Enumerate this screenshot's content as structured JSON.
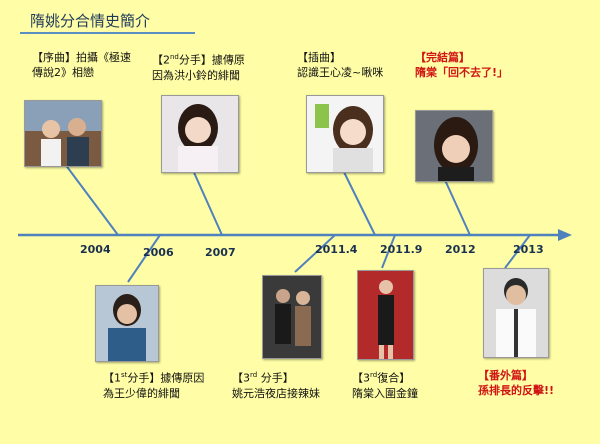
{
  "title": "隋姚分合情史簡介",
  "years": [
    "2004",
    "2006",
    "2007",
    "2011.4",
    "2011.9",
    "2012",
    "2013"
  ],
  "events": {
    "prelude": {
      "line1": "【序曲】拍攝《極速",
      "line2": "傳說2》相戀"
    },
    "second_breakup": {
      "prefix": "【2",
      "ord": "nd",
      "mid": "分手】據傳原",
      "line2": "因為洪小鈴的緋聞"
    },
    "interlude": {
      "line1": "【插曲】",
      "line2": "認識王心凌~啾咪"
    },
    "finale": {
      "line1": "【完結篇】",
      "line2": "隋棠「回不去了!」"
    },
    "first_breakup": {
      "prefix": "【1",
      "ord": "st",
      "mid": "分手】據傳原因",
      "line2": "為王少偉的緋聞"
    },
    "third_breakup": {
      "prefix": "【3",
      "ord": "rd",
      "mid": " 分手】",
      "line2": "姚元浩夜店接辣妹"
    },
    "third_reunion": {
      "prefix": "【3",
      "ord": "rd",
      "mid": "復合】",
      "line2": "隋棠入圍金鐘"
    },
    "extra": {
      "line1": "【番外篇】",
      "line2": "孫排長的反擊!!"
    }
  },
  "colors": {
    "background": "#fffea6",
    "line": "#4f81bd",
    "accent": "#d01515"
  }
}
